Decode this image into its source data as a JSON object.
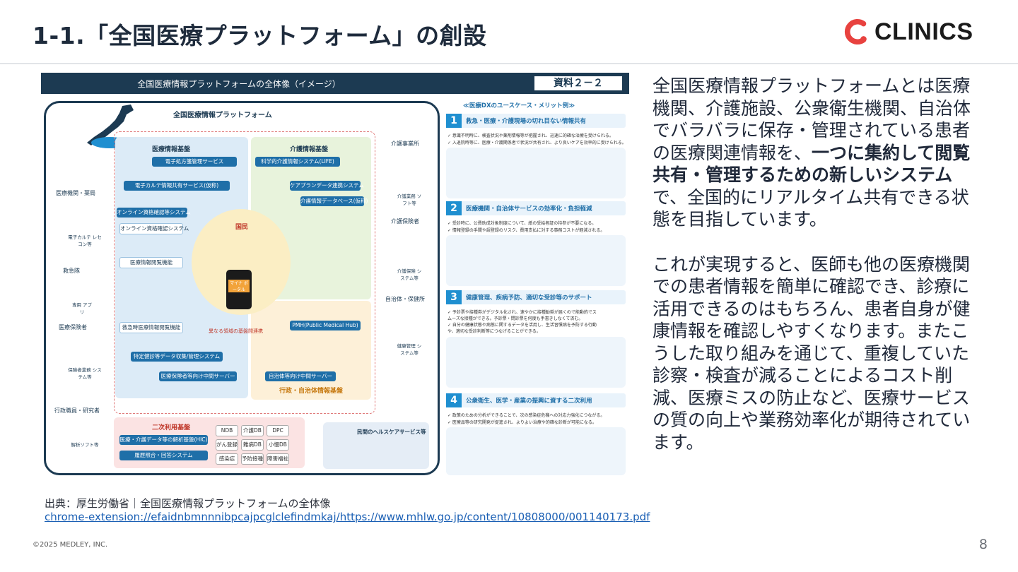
{
  "header": {
    "title": "1-1.「全国医療プラットフォーム」の創設",
    "logo_text": "CLINICS"
  },
  "figure": {
    "title": "全国医療情報プラットフォームの全体像（イメージ）",
    "badge": "資料２－２",
    "platform_label": "全国医療情報プラットフォーム",
    "medical_base": "医療情報基盤",
    "care_base": "介護情報基盤",
    "admin_base": "行政・自治体情報基盤",
    "secondary_base": "二次利用基盤",
    "citizen": "国民",
    "app_label": "マイナ ポータル",
    "left_nodes": [
      "医療機関・薬局",
      "救急隊",
      "医療保険者",
      "行政職員・研究者"
    ],
    "right_nodes": [
      "介護事業所",
      "介護保険者",
      "自治体・保健所"
    ],
    "device_labels": [
      "電子カルテ レセコン等",
      "専用 アプリ",
      "保険者業務 システム等",
      "解析ソフト等",
      "介護業務 ソフト等",
      "介護保険 システム等",
      "健康管理 システム等"
    ],
    "medical_boxes": [
      "電子処方箋管理サービス",
      "電子カルテ情報共有サービス(仮称)",
      "オンライン資格確認等システム",
      "オンライン資格確認システム",
      "医療情報閲覧機能",
      "救急時医療情報閲覧機能",
      "特定健診等データ収集/管理システム",
      "医療保険者等向け中間サーバー"
    ],
    "care_boxes": [
      "科学的介護情報システム(LIFE)",
      "ケアプランデータ連携システム",
      "介護情報データベース(仮称)"
    ],
    "admin_boxes": [
      "PMH(Public Medical Hub)",
      "自治体等向け中間サーバー"
    ],
    "secondary_boxes": [
      "医療・介護データ等の解析基盤(HIC)",
      "履歴照合・回答システム"
    ],
    "db_labels": [
      "NDB",
      "介護DB",
      "DPC",
      "がん登録",
      "難病DB",
      "小慢DB",
      "感染症",
      "予防接種",
      "障害福祉"
    ],
    "private_service": "民間のヘルスケアサービス等",
    "linkage_label": "異なる領域の基盤間連携",
    "usecase_heading": "≪医療DXのユースケース・メリット例≫",
    "usecases": [
      {
        "num": "1",
        "title": "救急・医療・介護現場の切れ目ない情報共有",
        "lines": [
          "✓ 意識不明時に、検査状況や薬剤情報等が把握され、迅速に的確な治療を受けられる。",
          "✓ 入退院時等に、医療・介護関係者で状況が共有され、より良いケアを効率的に受けられる。"
        ]
      },
      {
        "num": "2",
        "title": "医療機関・自治体サービスの効率化・負担軽減",
        "lines": [
          "✓ 受診時に、公費助成対象制度について、紙の受給者証の持参が不要になる。",
          "✓ 情報登録の手間や誤登録のリスク、費用支払に対する事務コストが軽減される。"
        ]
      },
      {
        "num": "3",
        "title": "健康管理、疾病予防、適切な受診等のサポート",
        "lines": [
          "✓ 予診票や接種券がデジタル化され、速やかに接種勧奨が届くので能動的でス",
          "ムーズな接種ができる。予診票・問診票を何度も手書きしなくて済む。",
          "✓ 自分の健康状態や病態に関するデータを活用し、生活習慣病を予防する行動",
          "や、適切な受診判断等につなげることができる。"
        ]
      },
      {
        "num": "4",
        "title": "公衆衛生、医学・産業の振興に資する二次利用",
        "lines": [
          "✓ 政策のための分析ができることで、次の感染症危機への対応力強化につながる。",
          "✓ 医療品等の研究開発が促進され、よりよい治療や的確な診断が可能になる。"
        ]
      }
    ]
  },
  "body": {
    "p1_before": "全国医療情報プラットフォームとは医療機関、介護施設、公衆衛生機関、自治体でバラバラに保存・管理されている患者の医療関連情報を、",
    "p1_bold": "一つに集約して閲覧共有・管理するための新しいシステム",
    "p1_after": "で、全国的にリアルタイム共有できる状態を目指しています。",
    "p2": "これが実現すると、医師も他の医療機関での患者情報を簡単に確認でき、診療に活用できるのはもちろん、患者自身が健康情報を確認しやすくなります。またこうした取り組みを通じて、重複していた診察・検査が減ることによるコスト削減、医療ミスの防止など、医療サービスの質の向上や業務効率化が期待されています。"
  },
  "source": {
    "label": "出典：厚生労働省｜全国医療情報プラットフォームの全体像",
    "link": "chrome-extension://efaidnbmnnnibpcajpcglclefindmkaj/https://www.mhlw.go.jp/content/10808000/001140173.pdf"
  },
  "footer": {
    "copyright": "©2025 MEDLEY, INC.",
    "page": "8"
  },
  "colors": {
    "brand_red": "#e8423f",
    "navy": "#1c3a52",
    "accent_blue": "#1f8fd0",
    "link": "#1a5fb4"
  }
}
